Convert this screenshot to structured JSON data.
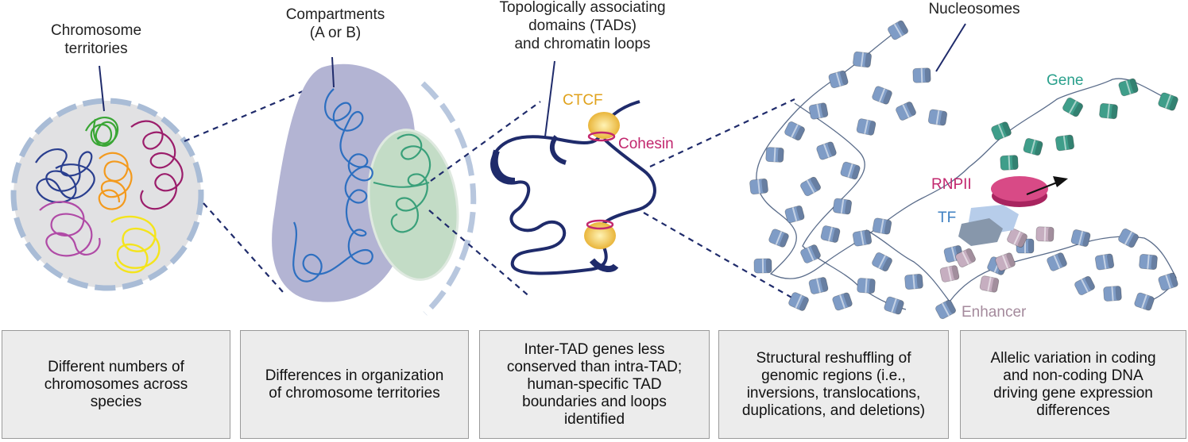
{
  "labels": {
    "chromosome_territories": [
      "Chromosome",
      "territories"
    ],
    "compartments": [
      "Compartments",
      "(A or B)"
    ],
    "tads": [
      "Topologically associating",
      "domains (TADs)",
      "and chromatin loops"
    ],
    "nucleosomes": "Nucleosomes",
    "ctcf": "CTCF",
    "cohesin": "Cohesin",
    "gene": "Gene",
    "rnpii": "RNPII",
    "tf": "TF",
    "enhancer": "Enhancer"
  },
  "boxes": [
    "Different numbers of\nchromosomes across\nspecies",
    "Differences in organization\nof chromosome territories",
    "Inter-TAD genes less\nconserved than intra-TAD;\nhuman-specific TAD\nboundaries and loops\nidentified",
    "Structural reshuffling of\ngenomic regions (i.e.,\ninversions, translocations,\nduplications, and deletions)",
    "Allelic variation in coding\nand non-coding DNA\ndriving gene expression\ndifferences"
  ],
  "colors": {
    "territory_blue": "#2a3f8f",
    "territory_green": "#3aa635",
    "territory_orange": "#f39a1e",
    "territory_purple": "#9b1d6b",
    "territory_magenta": "#b04aa6",
    "territory_yellow": "#f4e41c",
    "compartment_blob": "#b3b4d3",
    "compartment_green": "#c3dcc6",
    "tad_ribbon": "#1f2b6b",
    "ctcf": "#f2c14e",
    "cohesin": "#c2276e",
    "nucleosome": "#7f9cc6",
    "gene": "#3f9e8a",
    "rnpii": "#c2276e",
    "tf": "#9fbfe3",
    "enhancer": "#c6aec0",
    "ctcf_label": "#e0a21c",
    "gene_label": "#2aa08c",
    "tf_label": "#3d7fc2",
    "enhancer_label": "#a48a9c"
  }
}
